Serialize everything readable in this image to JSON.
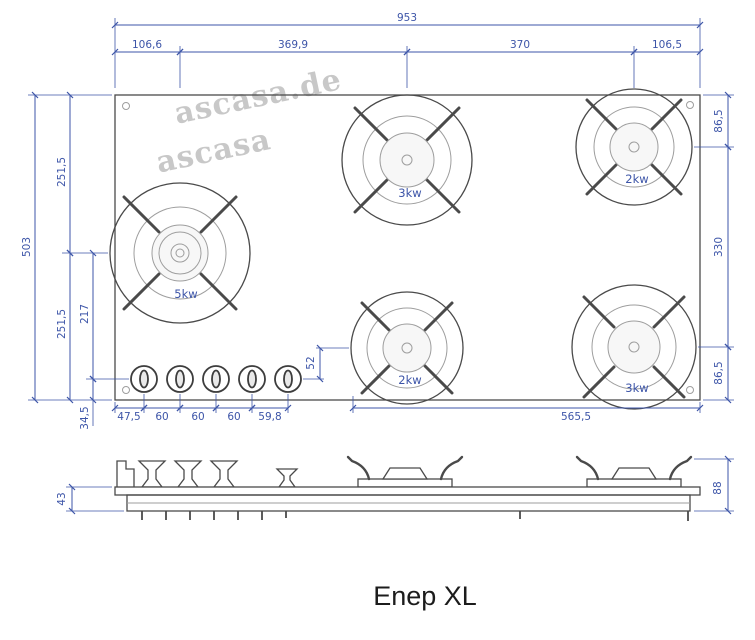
{
  "title": "Enep XL",
  "watermark": {
    "line1": "ascasa.de",
    "line2": "ascasa"
  },
  "colors": {
    "dim": "#3d55a8",
    "line": "#4a4a4a",
    "line-light": "#9e9e9e",
    "watermark": "#c8c8c8",
    "title": "#1c1c1c"
  },
  "top_view": {
    "overall_width": "953",
    "seg_left": "106,6",
    "seg_mid_left": "369,9",
    "seg_mid_right": "370",
    "seg_right": "106,5",
    "overall_height": "503",
    "left_upper": "251,5",
    "left_lower": "251,5",
    "burner_to_knobs": "217",
    "knobs_to_edge": "34,5",
    "right_top": "86,5",
    "right_mid": "330",
    "right_bottom": "86,5",
    "knob_offset": "47,5",
    "knob_pitch_1": "60",
    "knob_pitch_2": "60",
    "knob_pitch_3": "60",
    "knob_pitch_4": "59,8",
    "burner_to_knob_v": "52",
    "bottom_span": "565,5",
    "burners": [
      {
        "label": "5kw"
      },
      {
        "label": "3kw"
      },
      {
        "label": "2kw"
      },
      {
        "label": "2kw"
      },
      {
        "label": "3kw"
      }
    ]
  },
  "side_view": {
    "front_height": "43",
    "total_height": "88"
  }
}
